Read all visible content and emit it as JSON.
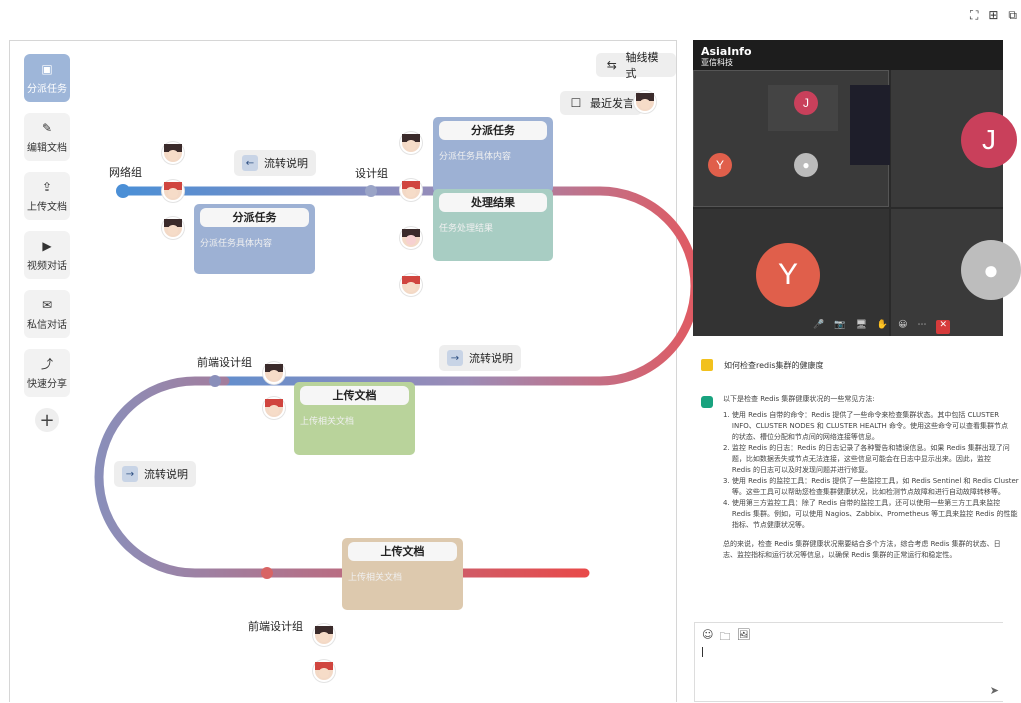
{
  "window_controls": {
    "fullscreen": "⛶",
    "split": "⊞",
    "panel": "⧉"
  },
  "toolbar": {
    "items": [
      {
        "label": "分派任务",
        "icon": "assign-icon"
      },
      {
        "label": "编辑文档",
        "icon": "edit-doc-icon"
      },
      {
        "label": "上传文档",
        "icon": "upload-icon"
      },
      {
        "label": "视频对话",
        "icon": "video-icon"
      },
      {
        "label": "私信对话",
        "icon": "message-icon"
      },
      {
        "label": "快速分享",
        "icon": "share-icon"
      }
    ],
    "add": "+"
  },
  "canvas": {
    "axis_mode": "轴线模式",
    "recent_speech": "最近发言",
    "groups": {
      "network": "网络组",
      "design": "设计组",
      "frontend1": "前端设计组",
      "frontend2": "前端设计组"
    },
    "flow_label": "流转说明",
    "cards": {
      "assign1": {
        "title": "分派任务",
        "body": "分派任务具体内容"
      },
      "assign2": {
        "title": "分派任务",
        "body": "分派任务具体内容"
      },
      "result": {
        "title": "处理结果",
        "body": "任务处理结果"
      },
      "upload1": {
        "title": "上传文档",
        "body": "上传相关文档"
      },
      "upload2": {
        "title": "上传文档",
        "body": "上传相关文档"
      }
    },
    "line_colors": {
      "start": "#4b8fd6",
      "mid": "#c0667a",
      "end": "#e84a4a",
      "back": "#8a7fb0"
    }
  },
  "video": {
    "logo": "AsiaInfo",
    "logo_sub": "亚信科技",
    "participant_main": "J",
    "participant_y": "Y",
    "controls": [
      "🎤",
      "📷",
      "🖥",
      "✋",
      "😀",
      "⋯",
      "✕"
    ]
  },
  "chat": {
    "question": "如何检查redis集群的健康度",
    "answer_intro": "以下是检查 Redis 集群健康状况的一些常见方法:",
    "answer_items": [
      "1. 使用 Redis 自带的命令：Redis 提供了一些命令来检查集群状态。其中包括 CLUSTER",
      "    INFO、CLUSTER NODES 和 CLUSTER HEALTH 命令。使用这些命令可以查看集群节点",
      "    的状态、槽位分配和节点间的网络连接等信息。",
      "2. 监控 Redis 的日志：Redis 的日志记录了各种警告和错误信息。如果 Redis 集群出现了问",
      "    题，比如数据丢失或节点无法连接，这些信息可能会在日志中显示出来。因此，监控",
      "    Redis 的日志可以及时发现问题并进行修复。",
      "3. 使用 Redis 的监控工具：Redis 提供了一些监控工具，如 Redis Sentinel 和 Redis Cluster",
      "    等。这些工具可以帮助您检查集群健康状况，比如检测节点故障和进行自动故障转移等。",
      "4. 使用第三方监控工具：除了 Redis 自带的监控工具，还可以使用一些第三方工具来监控",
      "    Redis 集群。例如，可以使用 Nagios、Zabbix、Prometheus 等工具来监控 Redis 的性能",
      "    指标、节点健康状况等。"
    ],
    "answer_summary_1": "总的来说，检查 Redis 集群健康状况需要结合多个方法，综合考虑 Redis 集群的状态、日",
    "answer_summary_2": "志、监控指标和运行状况等信息，以确保 Redis 集群的正常运行和稳定性。",
    "input_tools": [
      "☺",
      "🗀",
      "🖼"
    ],
    "send": "➤"
  }
}
